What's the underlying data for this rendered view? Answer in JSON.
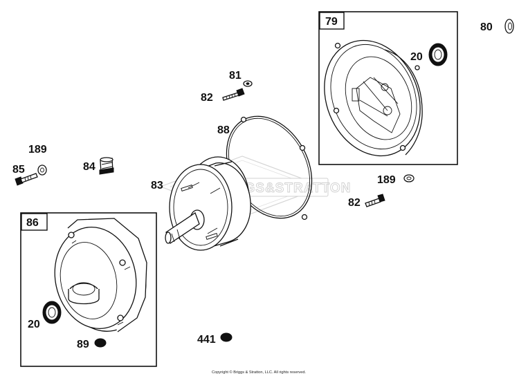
{
  "watermark": "BRIGGS&STRATTON",
  "copyright": "Copyright © Briggs & Stratton, LLC. All rights reserved.",
  "boxes": {
    "top_right": "79",
    "bottom_left": "86"
  },
  "callouts": {
    "c80": "80",
    "c20_top": "20",
    "c81": "81",
    "c82_top": "82",
    "c88": "88",
    "c189_left": "189",
    "c85": "85",
    "c84": "84",
    "c83": "83",
    "c189_right": "189",
    "c82_right": "82",
    "c20_bottom": "20",
    "c89": "89",
    "c441": "441"
  }
}
